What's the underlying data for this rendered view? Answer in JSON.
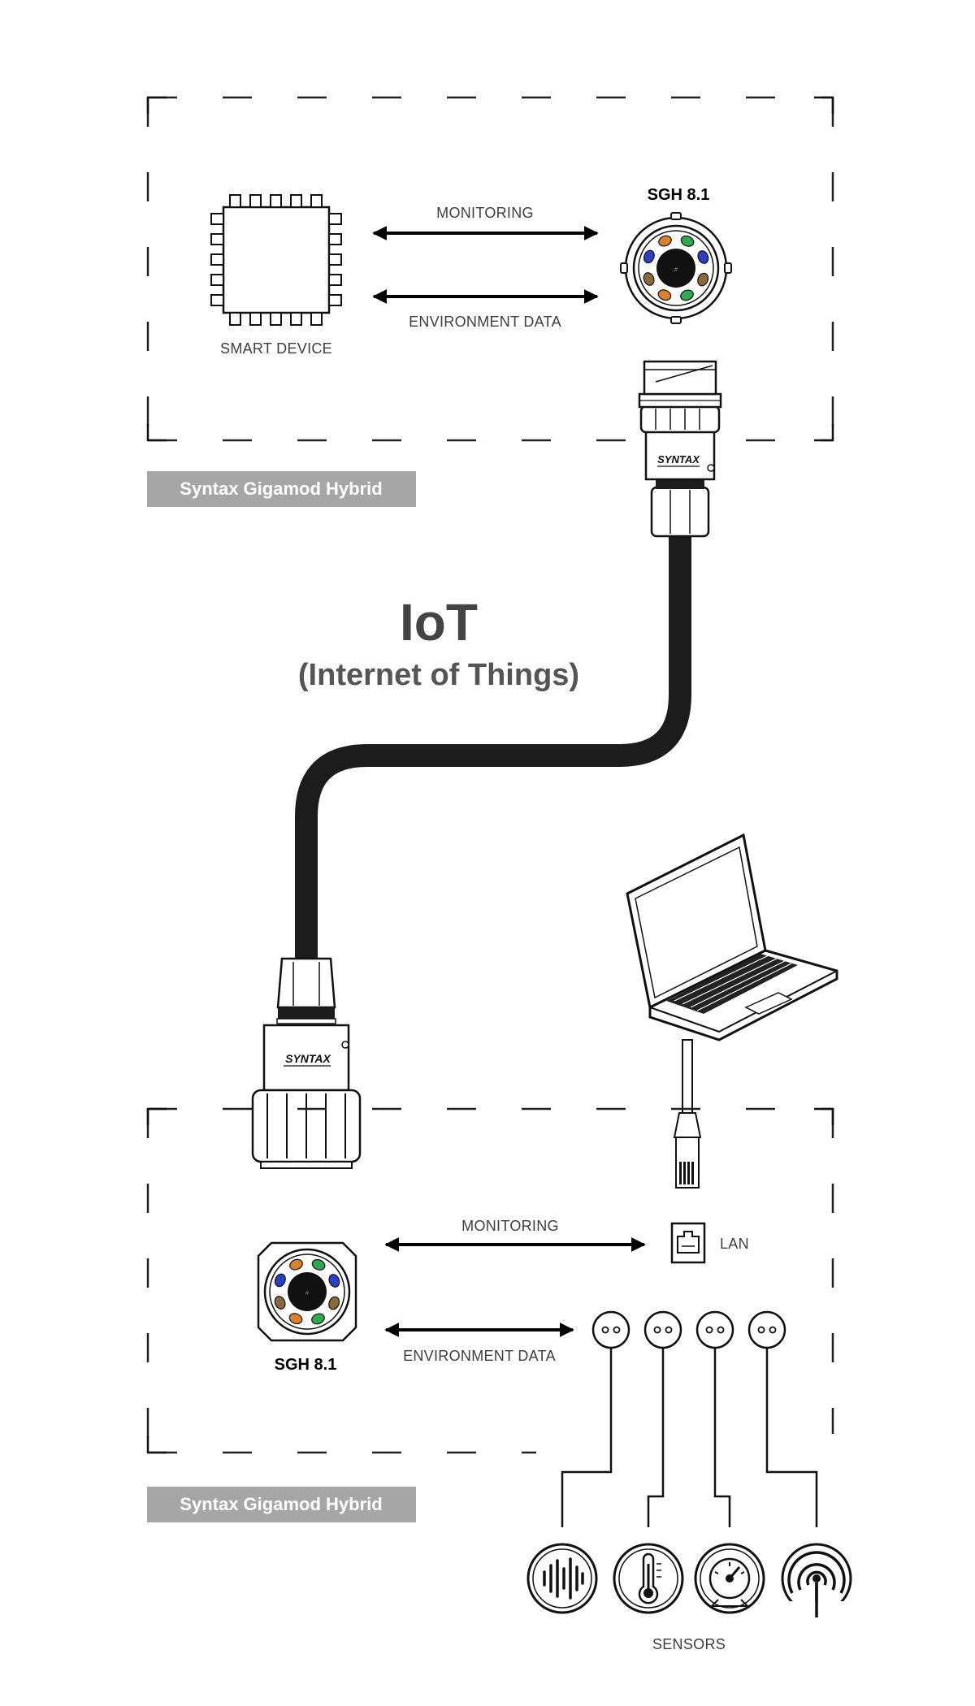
{
  "top_panel": {
    "badge": "Syntax Gigamod Hybrid",
    "device_label": "SMART DEVICE",
    "connector_label": "SGH 8.1",
    "arrow_top_label": "MONITORING",
    "arrow_bottom_label": "ENVIRONMENT DATA"
  },
  "center": {
    "title": "IoT",
    "subtitle": "(Internet of Things)"
  },
  "connector_brand": "SYNTAX",
  "bottom_panel": {
    "badge": "Syntax Gigamod Hybrid",
    "connector_label": "SGH 8.1",
    "arrow_top_label": "MONITORING",
    "arrow_bottom_label": "ENVIRONMENT DATA",
    "lan_label": "LAN",
    "sensors_label": "SENSORS",
    "sensor_icons": [
      "sound-wave-icon",
      "thermometer-icon",
      "gauge-icon",
      "antenna-signal-icon"
    ]
  },
  "colors": {
    "badge_bg": "#a6a6a6",
    "cable": "#1c1c1c",
    "pin_orange": "#d9822b",
    "pin_green": "#2fa84f",
    "pin_blue": "#2a3fc4",
    "pin_brown": "#8a6a3a"
  }
}
